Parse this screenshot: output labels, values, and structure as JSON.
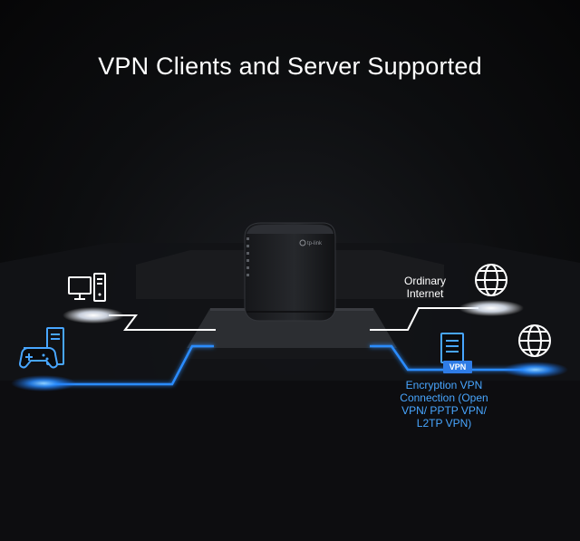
{
  "title": "VPN Clients and Server Supported",
  "router": {
    "brand": "tp-link"
  },
  "nodes": {
    "ordinary_internet": {
      "label_line1": "Ordinary",
      "label_line2": "Internet",
      "icon": "globe-icon"
    },
    "encrypted_internet": {
      "icon": "globe-icon"
    },
    "vpn_server": {
      "icon": "server-icon",
      "tag": "VPN",
      "label_lines": [
        "Encryption VPN",
        "Connection (Open",
        "VPN/ PPTP VPN/",
        "L2TP VPN)"
      ]
    },
    "pc": {
      "icon": "desktop-computer-icon"
    },
    "gaming": {
      "icon": "gamepad-icon"
    }
  },
  "colors": {
    "background": "#0a0b0d",
    "normal_link": "#ffffff",
    "vpn_link": "#2a8cff",
    "vpn_tag": "#2f7ce6",
    "vpn_text": "#48a6ff"
  }
}
